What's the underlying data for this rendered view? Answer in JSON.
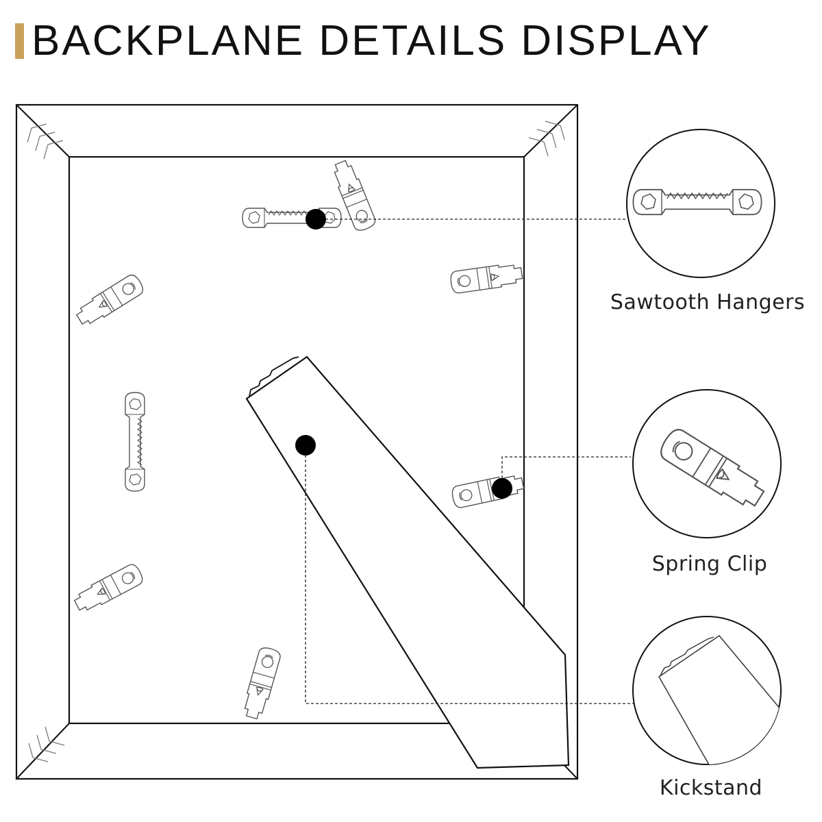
{
  "title": "BACKPLANE DETAILS DISPLAY",
  "callouts": {
    "sawtooth": "Sawtooth Hangers",
    "spring": "Spring Clip",
    "kickstand": "Kickstand"
  },
  "colors": {
    "accent": "#c9a15a",
    "line": "#111111",
    "part": "#555555",
    "dot": "#000000"
  }
}
